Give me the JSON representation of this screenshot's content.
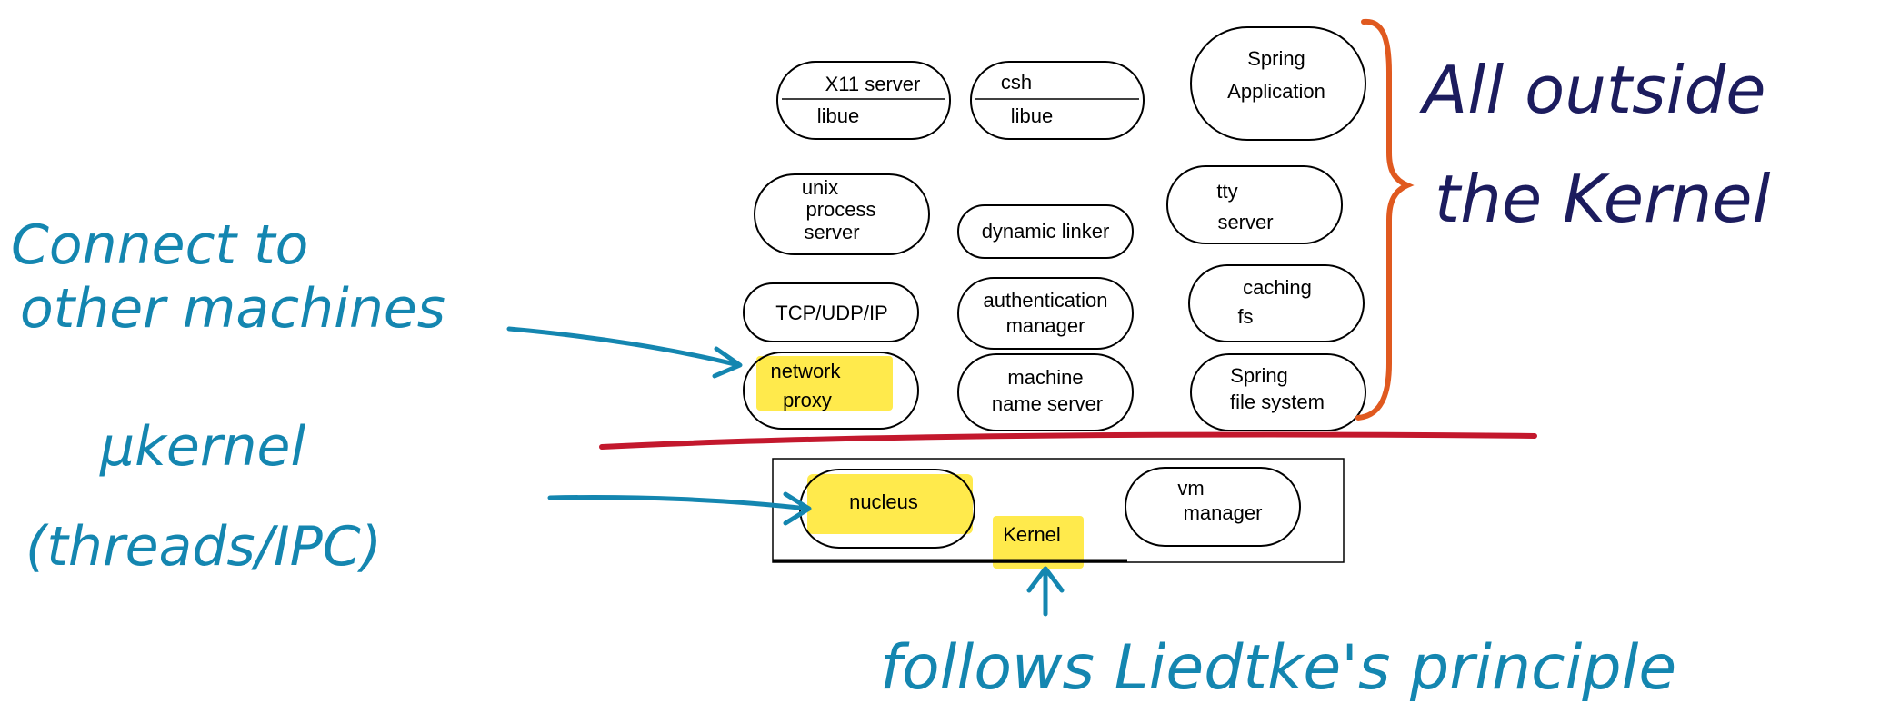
{
  "diagram": {
    "components": {
      "x11_server": {
        "lines": [
          "X11 server",
          "libue"
        ]
      },
      "csh": {
        "lines": [
          "csh",
          "libue"
        ]
      },
      "spring_application": {
        "lines": [
          "Spring",
          "Application"
        ]
      },
      "unix_process_server": {
        "lines": [
          "unix",
          "process",
          "server"
        ]
      },
      "dynamic_linker": {
        "lines": [
          "dynamic linker"
        ]
      },
      "tty_server": {
        "lines": [
          "tty",
          "server"
        ]
      },
      "tcp_udp_ip": {
        "lines": [
          "TCP/UDP/IP"
        ]
      },
      "authentication_manager": {
        "lines": [
          "authentication",
          "manager"
        ]
      },
      "caching_fs": {
        "lines": [
          "caching",
          "fs"
        ]
      },
      "network_proxy": {
        "lines": [
          "network",
          "proxy"
        ],
        "highlighted": true
      },
      "machine_name_server": {
        "lines": [
          "machine",
          "name server"
        ]
      },
      "spring_file_system": {
        "lines": [
          "Spring",
          "file system"
        ]
      },
      "nucleus": {
        "lines": [
          "nucleus"
        ],
        "highlighted": true
      },
      "vm_manager": {
        "lines": [
          "vm",
          "manager"
        ]
      }
    },
    "kernel_box_label": "Kernel"
  },
  "annotations": {
    "connect_to_other_machines": [
      "Connect to",
      "other machines"
    ],
    "all_outside_the_kernel": [
      "All outside",
      "the Kernel"
    ],
    "ukernel_threads_ipc": [
      "μkernel",
      "(threads/IPC)"
    ],
    "follows_liedtkes_principle": "follows Liedtke's principle"
  },
  "colors": {
    "annotation_blue": "#1486b0",
    "annotation_navy": "#1c1c5e",
    "brace_orange": "#e0591f",
    "divider_red": "#c3182d",
    "highlight_yellow": "#ffe838"
  }
}
